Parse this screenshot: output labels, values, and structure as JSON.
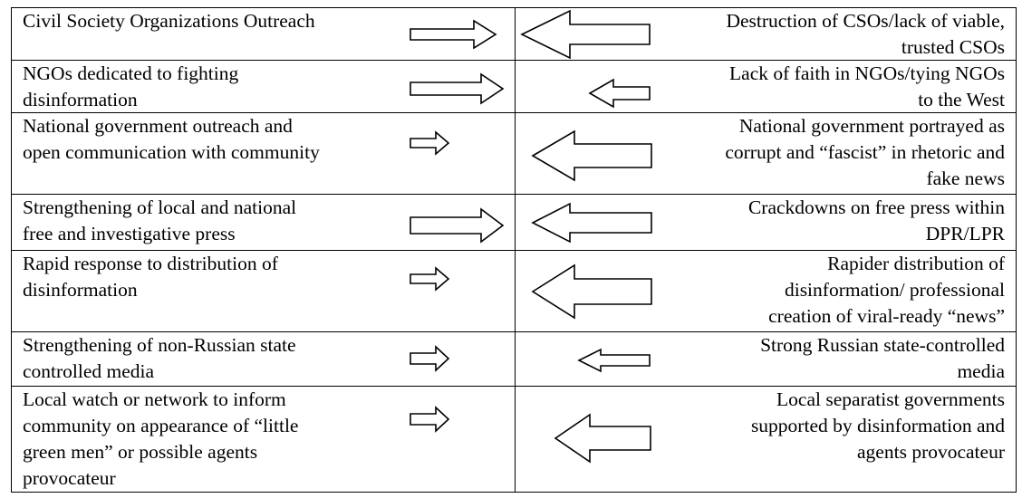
{
  "rows": [
    {
      "left": "Civil Society Organizations Outreach",
      "right": "Destruction of CSOs/lack of viable,\ntrusted CSOs",
      "left_arrow": "large",
      "right_arrow": "large"
    },
    {
      "left": "NGOs dedicated to fighting\ndisinformation",
      "right": "Lack of faith in NGOs/tying NGOs\nto the West",
      "left_arrow": "large",
      "right_arrow": "small"
    },
    {
      "left": "National government outreach and\nopen communication with community",
      "right": "National government portrayed as\ncorrupt and “fascist” in rhetoric and\nfake news",
      "left_arrow": "small",
      "right_arrow": "large"
    },
    {
      "left": "Strengthening of local and national\nfree and investigative press",
      "right": "Crackdowns on free press within\nDPR/LPR",
      "left_arrow": "large",
      "right_arrow": "large"
    },
    {
      "left": "Rapid response to distribution of\ndisinformation",
      "right": "Rapider distribution of\ndisinformation/ professional\ncreation of viral-ready “news”",
      "left_arrow": "small",
      "right_arrow": "large"
    },
    {
      "left": "Strengthening of non-Russian state\ncontrolled media",
      "right": "Strong Russian state-controlled\nmedia",
      "left_arrow": "small",
      "right_arrow": "small"
    },
    {
      "left": "Local watch or network to inform\ncommunity on appearance of “little\ngreen men” or possible agents\nprovocateur",
      "right": "Local separatist governments\nsupported by disinformation and\nagents provocateur",
      "left_arrow": "small",
      "right_arrow": "large"
    }
  ]
}
